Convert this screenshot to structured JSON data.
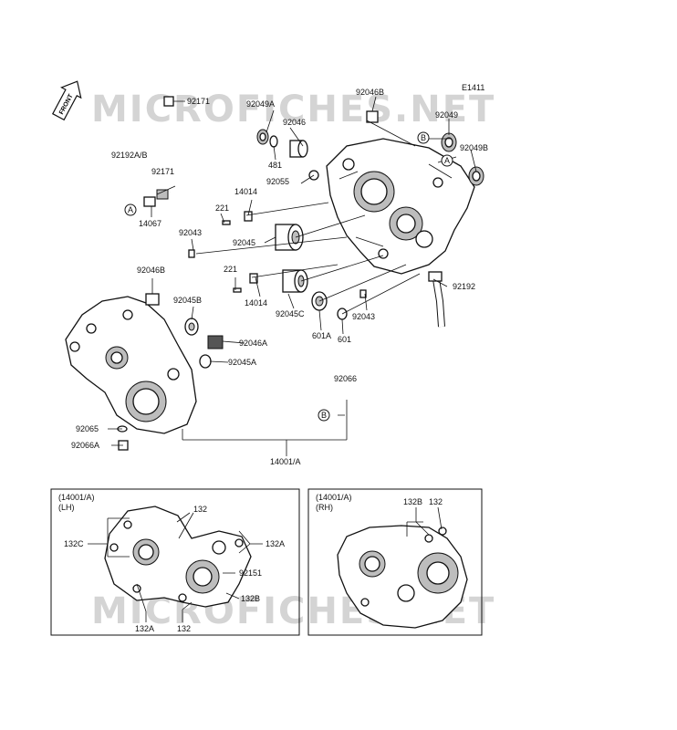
{
  "watermark": "MICROFICHES.NET",
  "diagram_code": "E1411",
  "front_label": "FRONT",
  "callouts": {
    "a": "A",
    "b": "B"
  },
  "labels": {
    "p92171_top": "92171",
    "p92049A": "92049A",
    "p92046B_top": "92046B",
    "p92049": "92049",
    "p92049B": "92049B",
    "p92046": "92046",
    "p481": "481",
    "p92055": "92055",
    "p92192AB": "92192A/B",
    "p92171_mid": "92171",
    "p14014_top": "14014",
    "p221_top": "221",
    "p14067": "14067",
    "p92043_left": "92043",
    "p92045": "92045",
    "p221_mid": "221",
    "p92046B_left": "92046B",
    "p14014_mid": "14014",
    "p92192": "92192",
    "p92045B": "92045B",
    "p92045C": "92045C",
    "p92043_right": "92043",
    "p601A": "601A",
    "p601": "601",
    "p92046A": "92046A",
    "p92045A": "92045A",
    "p92066": "92066",
    "p92065": "92065",
    "p92066A": "92066A",
    "p14001A": "14001/A"
  },
  "inset_lh": {
    "header1": "(14001/A)",
    "header2": "(LH)",
    "p132_top": "132",
    "p132C": "132C",
    "p132A_right": "132A",
    "p92151": "92151",
    "p132B": "132B",
    "p132A_bottom": "132A",
    "p132_bottom": "132"
  },
  "inset_rh": {
    "header1": "(14001/A)",
    "header2": "(RH)",
    "p132B": "132B",
    "p132": "132"
  }
}
